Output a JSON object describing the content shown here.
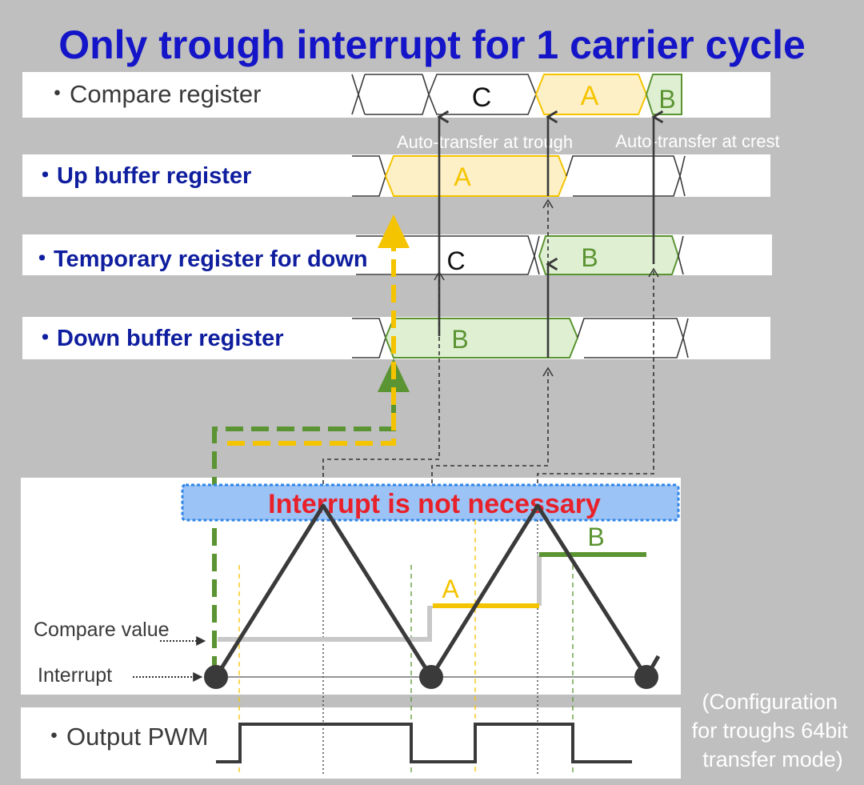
{
  "title": "Only trough interrupt for 1 carrier cycle",
  "rows": {
    "compare": "・Compare register",
    "up": "・Up buffer register",
    "temp": "・Temporary register for down",
    "down": "・Down buffer register",
    "pwm": "・Output PWM"
  },
  "cells": {
    "compare_c": "C",
    "compare_a": "A",
    "compare_b": "B",
    "up_a": "A",
    "temp_c": "C",
    "temp_b": "B",
    "down_b": "B"
  },
  "annotations": {
    "auto_trough": "Auto-transfer at trough",
    "auto_crest": "Auto-transfer at crest",
    "interrupt_banner": "Interrupt is not necessary",
    "compare_value": "Compare value",
    "interrupt": "Interrupt",
    "level_a": "A",
    "level_b": "B"
  },
  "note": [
    "(Configuration",
    "for troughs 64bit",
    "transfer mode)"
  ],
  "colors": {
    "title": "#1414c8",
    "row_blue": "#0f1e9e",
    "yellow": "#f5c400",
    "yellow_fill": "#fdf0c6",
    "green": "#5b9432",
    "green_fill": "#dff0d2",
    "banner_fill": "#9cc3f5",
    "banner_border": "#2f86e8",
    "banner_text": "#e8202a"
  }
}
